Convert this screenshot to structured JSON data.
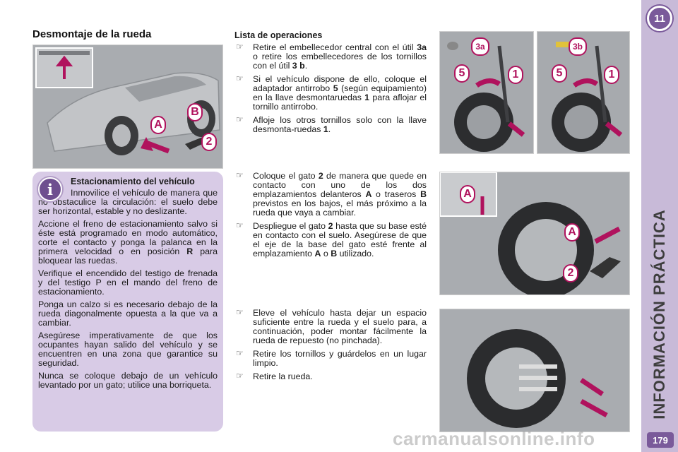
{
  "section_title": "Desmontaje de la rueda",
  "chapter_badge": "11",
  "vertical_title": "INFORMACIÓN PRÁCTICA",
  "page_number": "179",
  "watermark": "carmanualsonline.info",
  "info": {
    "title": "Estacionamiento del vehículo",
    "paragraphs": [
      "Inmovilice el vehículo de manera que no obstaculice la circulación: el suelo debe ser horizontal, estable y no deslizante.",
      "Verifique el encendido del testigo de frenada y del testigo P en el mando del freno de estacionamiento.",
      "Ponga un calzo si es necesario debajo de la rueda diagonalmente opuesta a la que va a cambiar.",
      "Asegúrese imperativamente de que los ocupantes hayan salido del vehículo y se encuentren en una zona que garantice su seguridad.",
      "Nunca se coloque debajo de un vehículo levantado por un gato; utilice una borriqueta."
    ],
    "p2_before": "Accione el freno de estacionamiento salvo si éste está programado en modo automático, corte el contacto y ponga la palanca en la primera velocidad o en posición ",
    "p2_bold": "R",
    "p2_after": " para bloquear las ruedas."
  },
  "operations": {
    "title": "Lista de operaciones",
    "step1": {
      "a": "Retire el embellecedor central con el útil ",
      "b1": "3a",
      "c": " o retire los embellecedores de los tornillos con el útil ",
      "b2": "3 b",
      "d": "."
    },
    "step2": {
      "a": "Si el vehículo dispone de ello, coloque el adaptador antirrobo ",
      "b1": "5",
      "c": " (según equipamiento) en la llave desmontaruedas ",
      "b2": "1",
      "d": " para aflojar el tornillo antirrobo."
    },
    "step3": {
      "a": "Afloje los otros tornillos solo con la llave desmonta-ruedas ",
      "b1": "1",
      "d": "."
    },
    "step4": {
      "a": "Coloque el gato ",
      "b1": "2",
      "c": " de manera que quede en contacto con uno de los dos emplazamientos delanteros ",
      "b2": "A",
      "e": " o traseros ",
      "b3": "B",
      "d": " previstos en los bajos, el más próximo a la rueda que vaya a cambiar."
    },
    "step5": {
      "a": "Despliegue el gato ",
      "b1": "2",
      "c": " hasta que su base esté en contacto con el suelo. Asegúrese de que el eje de la base del gato esté frente al emplazamiento ",
      "b2": "A",
      "e": " o ",
      "b3": "B",
      "d": " utilizado."
    },
    "step6": {
      "a": "Eleve el vehículo hasta dejar un espacio suficiente entre la rueda y el suelo para, a continuación, poder montar fácilmente la rueda de repuesto (no pinchada)."
    },
    "step7": {
      "a": "Retire los tornillos y guárdelos en un lugar limpio."
    },
    "step8": {
      "a": "Retire la rueda."
    },
    "bullet": "☞"
  },
  "labels": {
    "A": "A",
    "B": "B",
    "n1": "1",
    "n2": "2",
    "n3a": "3a",
    "n3b": "3b",
    "n5": "5"
  }
}
